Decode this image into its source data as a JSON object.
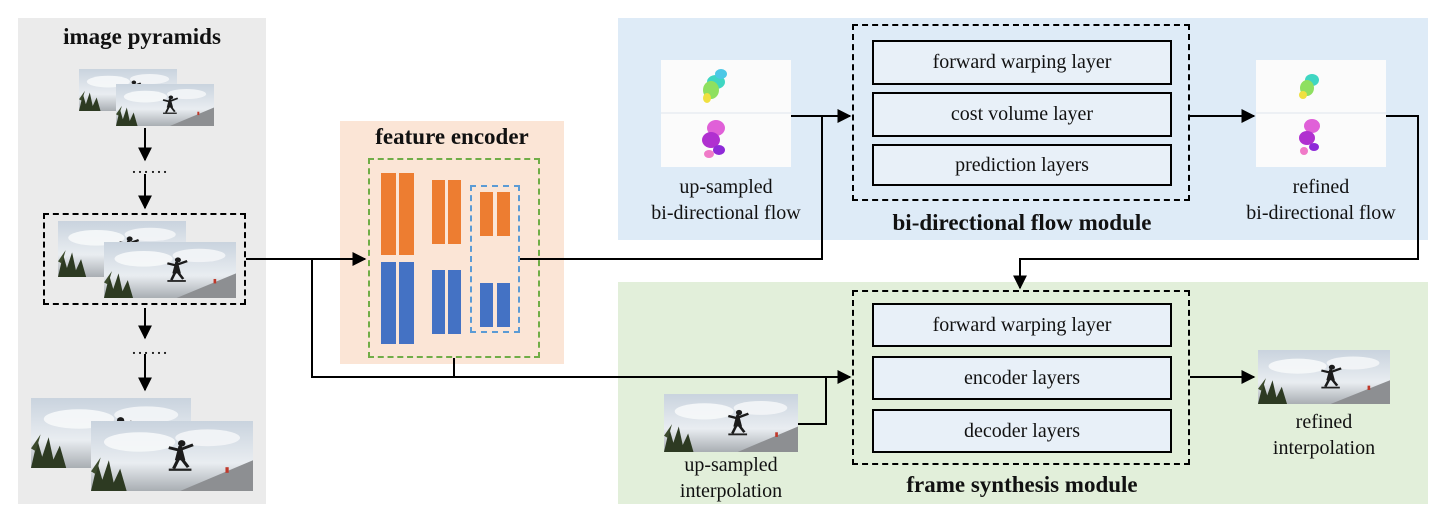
{
  "pyramid": {
    "title": "image pyramids",
    "dots_top": "……",
    "dots_bottom": "……"
  },
  "encoder": {
    "title": "feature encoder"
  },
  "flow_module": {
    "title": "bi-directional flow module",
    "layers": [
      "forward warping layer",
      "cost volume layer",
      "prediction layers"
    ],
    "input_caption_1": "up-sampled",
    "input_caption_2": "bi-directional flow",
    "output_caption_1": "refined",
    "output_caption_2": "bi-directional flow"
  },
  "synthesis_module": {
    "title": "frame synthesis module",
    "layers": [
      "forward warping layer",
      "encoder layers",
      "decoder layers"
    ],
    "input_caption_1": "up-sampled",
    "input_caption_2": "interpolation",
    "output_caption_1": "refined",
    "output_caption_2": "interpolation"
  },
  "colors": {
    "pyramid_bg": "#ebebeb",
    "encoder_bg": "#fbe5d6",
    "flow_bg": "#deebf7",
    "synthesis_bg": "#e2efda",
    "orange_bar": "#ed7d31",
    "blue_bar": "#4472c4",
    "green_dash": "#70ad47",
    "blue_dash": "#5b9bd5"
  }
}
